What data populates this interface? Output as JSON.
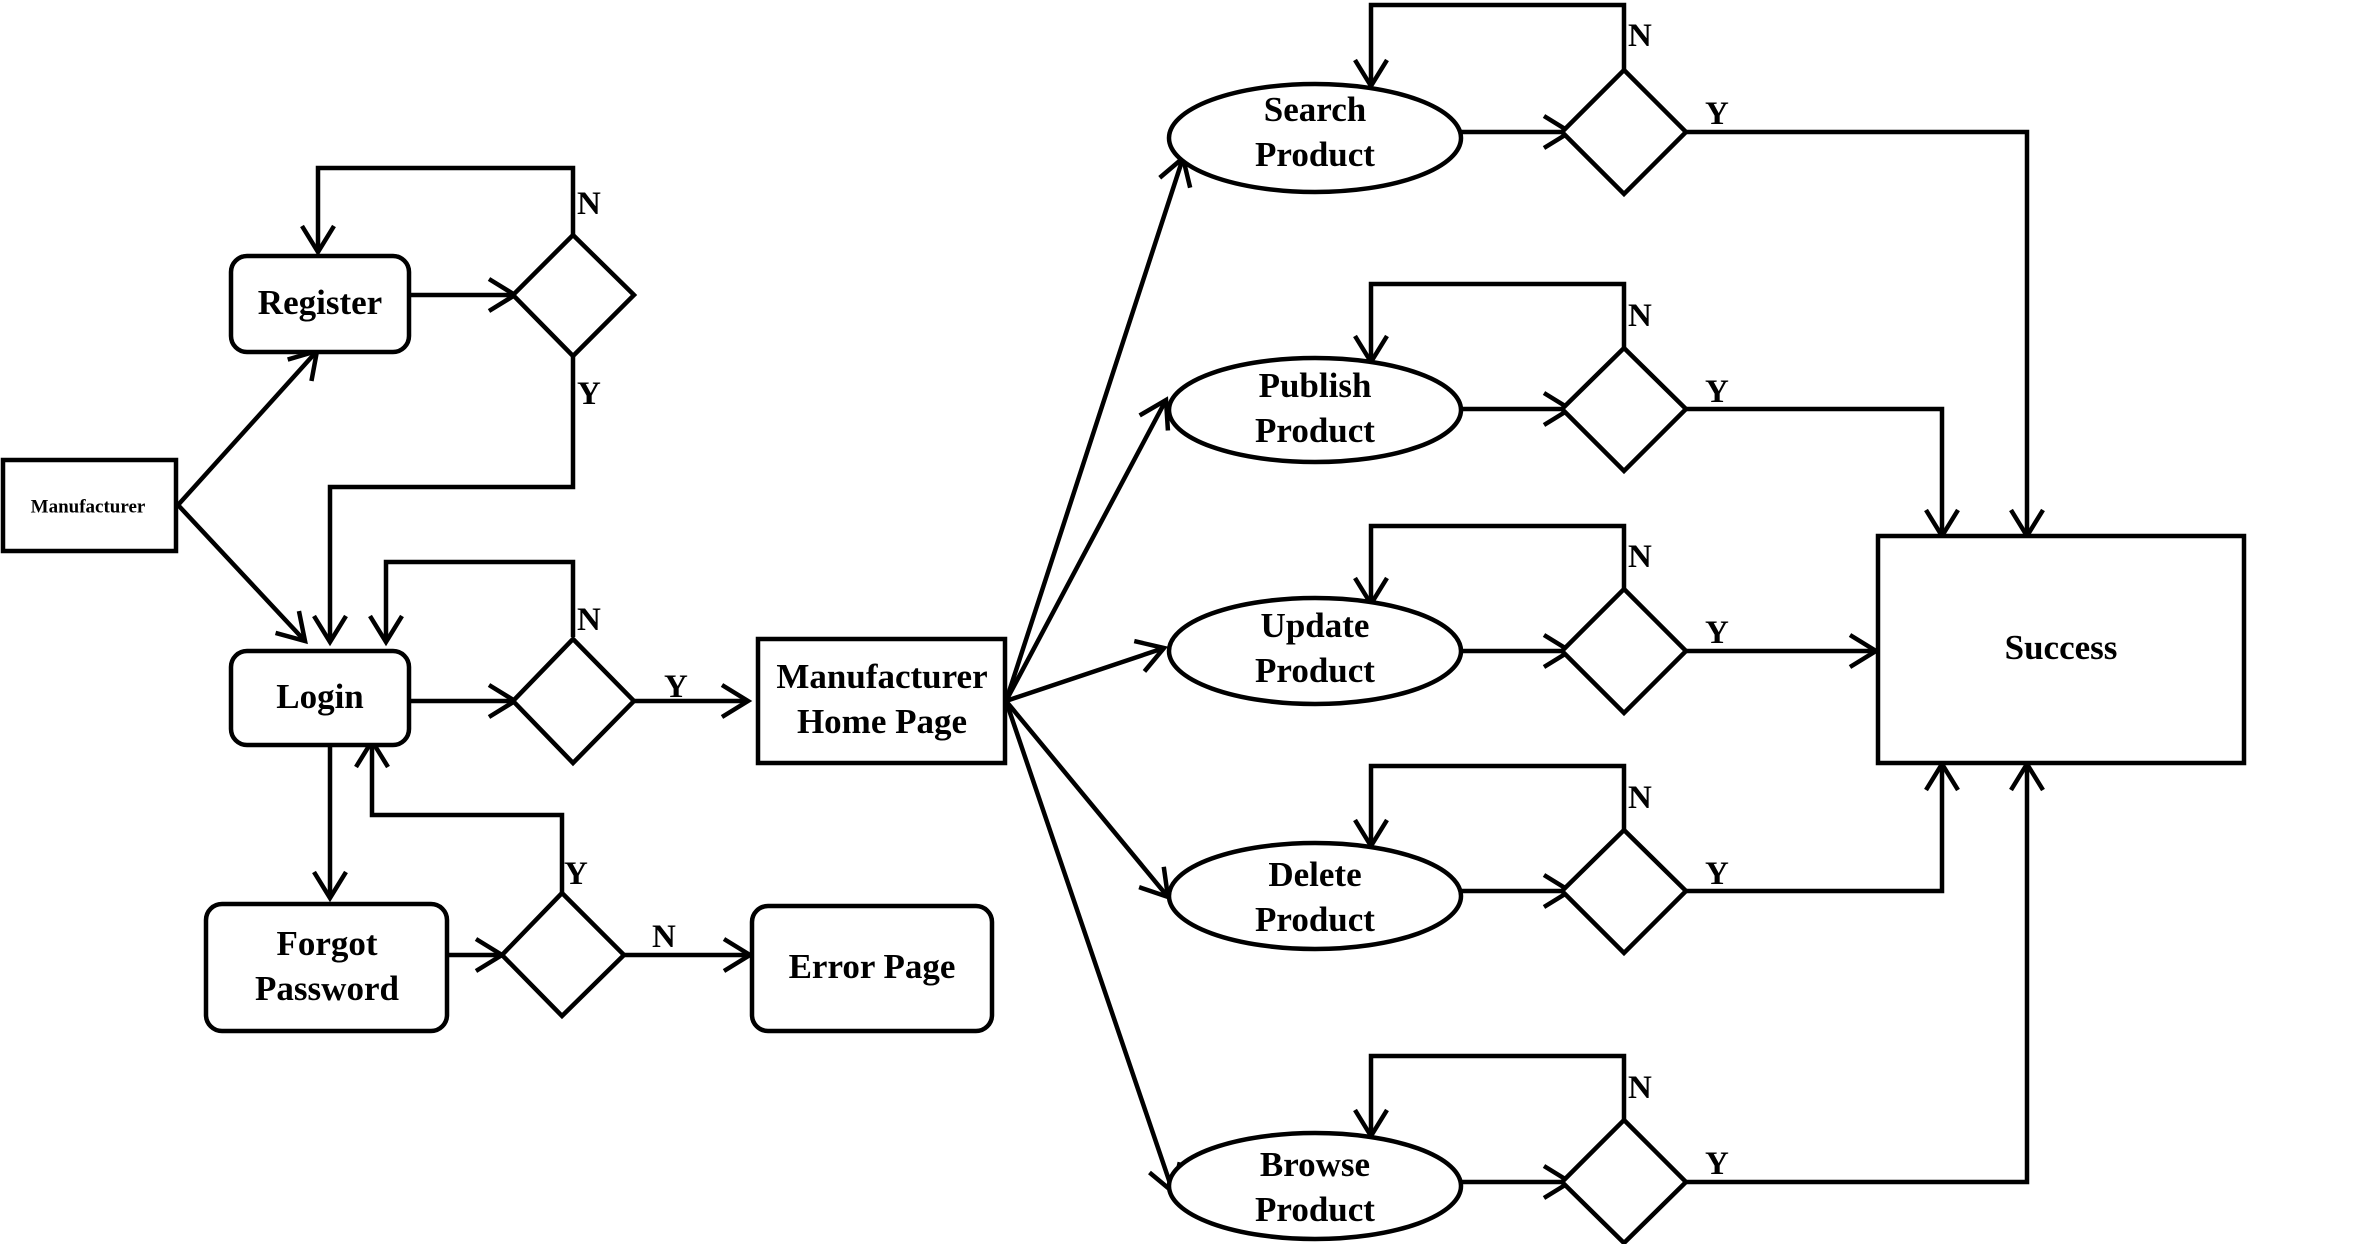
{
  "nodes": {
    "manufacturer": "Manufacturer",
    "register": "Register",
    "login": "Login",
    "forgot_password": [
      "Forgot",
      "Password"
    ],
    "error_page": "Error Page",
    "home_page": [
      "Manufacturer",
      "Home Page"
    ],
    "search_product": [
      "Search",
      "Product"
    ],
    "publish_product": [
      "Publish",
      "Product"
    ],
    "update_product": [
      "Update",
      "Product"
    ],
    "delete_product": [
      "Delete",
      "Product"
    ],
    "browse_product": [
      "Browse",
      "Product"
    ],
    "success": "Success"
  },
  "decision_labels": {
    "yes": "Y",
    "no": "N"
  }
}
